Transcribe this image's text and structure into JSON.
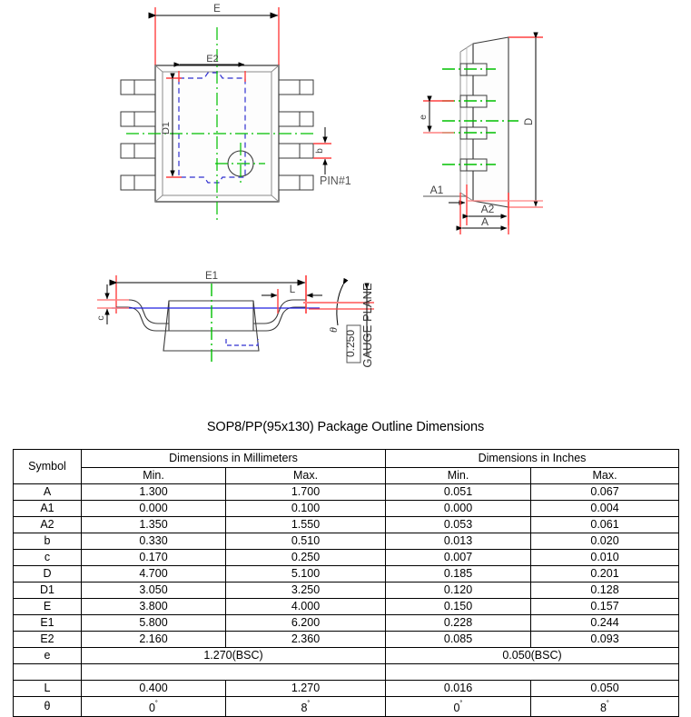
{
  "title": "SOP8/PP(95x130) Package Outline Dimensions",
  "drawing": {
    "top_view": {
      "labels": {
        "E": "E",
        "E2": "E2",
        "D1": "D1",
        "b": "b",
        "pin1": "PIN#1"
      }
    },
    "side_view": {
      "labels": {
        "D": "D",
        "e": "e",
        "A1": "A1",
        "A2": "A2",
        "A": "A"
      }
    },
    "front_view": {
      "labels": {
        "E1": "E1",
        "L": "L",
        "c": "c",
        "theta": "θ",
        "gauge_value": "0.250",
        "gauge_plane": "GAUGE  PLANE"
      }
    },
    "colors": {
      "outline": "#3a3a3a",
      "centerline": "#00c000",
      "extension": "#ff4040",
      "hidden": "#3030d0",
      "gauge_line": "#2020e0"
    }
  },
  "table": {
    "symbol_header": "Symbol",
    "group_headers": [
      "Dimensions in Millimeters",
      "Dimensions in Inches"
    ],
    "sub_headers": [
      "Min.",
      "Max.",
      "Min.",
      "Max."
    ],
    "rows": [
      {
        "symbol": "A",
        "mm_min": "1.300",
        "mm_max": "1.700",
        "in_min": "0.051",
        "in_max": "0.067"
      },
      {
        "symbol": "A1",
        "mm_min": "0.000",
        "mm_max": "0.100",
        "in_min": "0.000",
        "in_max": "0.004"
      },
      {
        "symbol": "A2",
        "mm_min": "1.350",
        "mm_max": "1.550",
        "in_min": "0.053",
        "in_max": "0.061"
      },
      {
        "symbol": "b",
        "mm_min": "0.330",
        "mm_max": "0.510",
        "in_min": "0.013",
        "in_max": "0.020"
      },
      {
        "symbol": "c",
        "mm_min": "0.170",
        "mm_max": "0.250",
        "in_min": "0.007",
        "in_max": "0.010"
      },
      {
        "symbol": "D",
        "mm_min": "4.700",
        "mm_max": "5.100",
        "in_min": "0.185",
        "in_max": "0.201"
      },
      {
        "symbol": "D1",
        "mm_min": "3.050",
        "mm_max": "3.250",
        "in_min": "0.120",
        "in_max": "0.128"
      },
      {
        "symbol": "E",
        "mm_min": "3.800",
        "mm_max": "4.000",
        "in_min": "0.150",
        "in_max": "0.157"
      },
      {
        "symbol": "E1",
        "mm_min": "5.800",
        "mm_max": "6.200",
        "in_min": "0.228",
        "in_max": "0.244"
      },
      {
        "symbol": "E2",
        "mm_min": "2.160",
        "mm_max": "2.360",
        "in_min": "0.085",
        "in_max": "0.093"
      }
    ],
    "span_row": {
      "symbol": "e",
      "mm": "1.270(BSC)",
      "in": "0.050(BSC)"
    },
    "blank_row": {
      "symbol": "",
      "mm_min": "",
      "mm_max": "",
      "in_min": "",
      "in_max": ""
    },
    "tail_rows": [
      {
        "symbol": "L",
        "mm_min": "0.400",
        "mm_max": "1.270",
        "in_min": "0.016",
        "in_max": "0.050"
      },
      {
        "symbol": "θ",
        "mm_min": "0",
        "mm_max": "8",
        "in_min": "0",
        "in_max": "8",
        "degree": true
      }
    ]
  }
}
